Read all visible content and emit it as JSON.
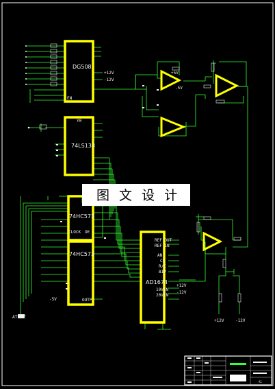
{
  "watermark": "图 文 设 计",
  "chips": {
    "mux": "DG508",
    "decoder": "74LS138",
    "latch_upper": "74HC573",
    "latch_lower": "74HC573",
    "adc": "AD1674"
  },
  "pins": {
    "mux_en": "EN",
    "mux_plus12": "+12V",
    "mux_minus12": "-12V",
    "dec_out": "Y0",
    "latch_clock": "CLOCK",
    "latch_oe": "OE",
    "latch_outp": "OUTP",
    "latch_minus5": "-5V",
    "adc_refout": "REF OUT",
    "adc_refin": "REF IN",
    "adc_an": "AN",
    "adc_cs": "CS",
    "adc_rc": "R/C",
    "adc_bip": "BIP",
    "adc_10vin": "10VIN",
    "adc_20vin": "20VIN",
    "adc_plus12": "+12V",
    "adc_minus12": "-12V",
    "opamp_plus5": "+5V",
    "opamp_minus5": "-5V",
    "supply_plus": "+12V",
    "supply_minus": "-12V",
    "corner_label": "AT"
  },
  "title_block": {
    "sheet": "A1"
  },
  "colors": {
    "background": "#000000",
    "chip_body": "#ffff00",
    "wire": "#33ff33",
    "text": "#ffffff",
    "frame": "#ffffff"
  }
}
